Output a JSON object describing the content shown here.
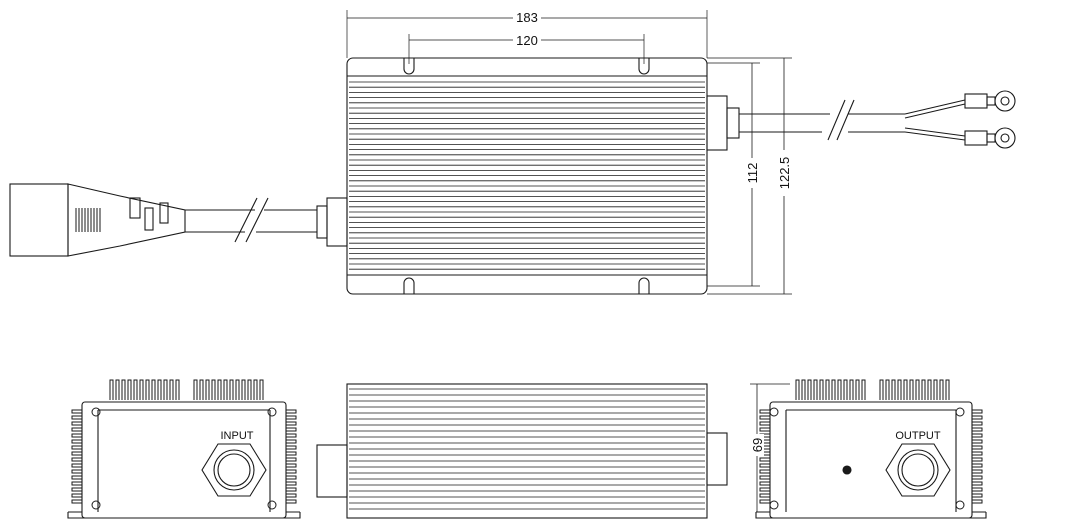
{
  "dimensions": {
    "length": "183",
    "hole_spacing": "120",
    "inner_width": "112",
    "outer_width": "122.5",
    "height": "69"
  },
  "labels": {
    "input": "INPUT",
    "output": "OUTPUT"
  },
  "colors": {
    "line": "#1a1a1a",
    "background": "#ffffff"
  }
}
